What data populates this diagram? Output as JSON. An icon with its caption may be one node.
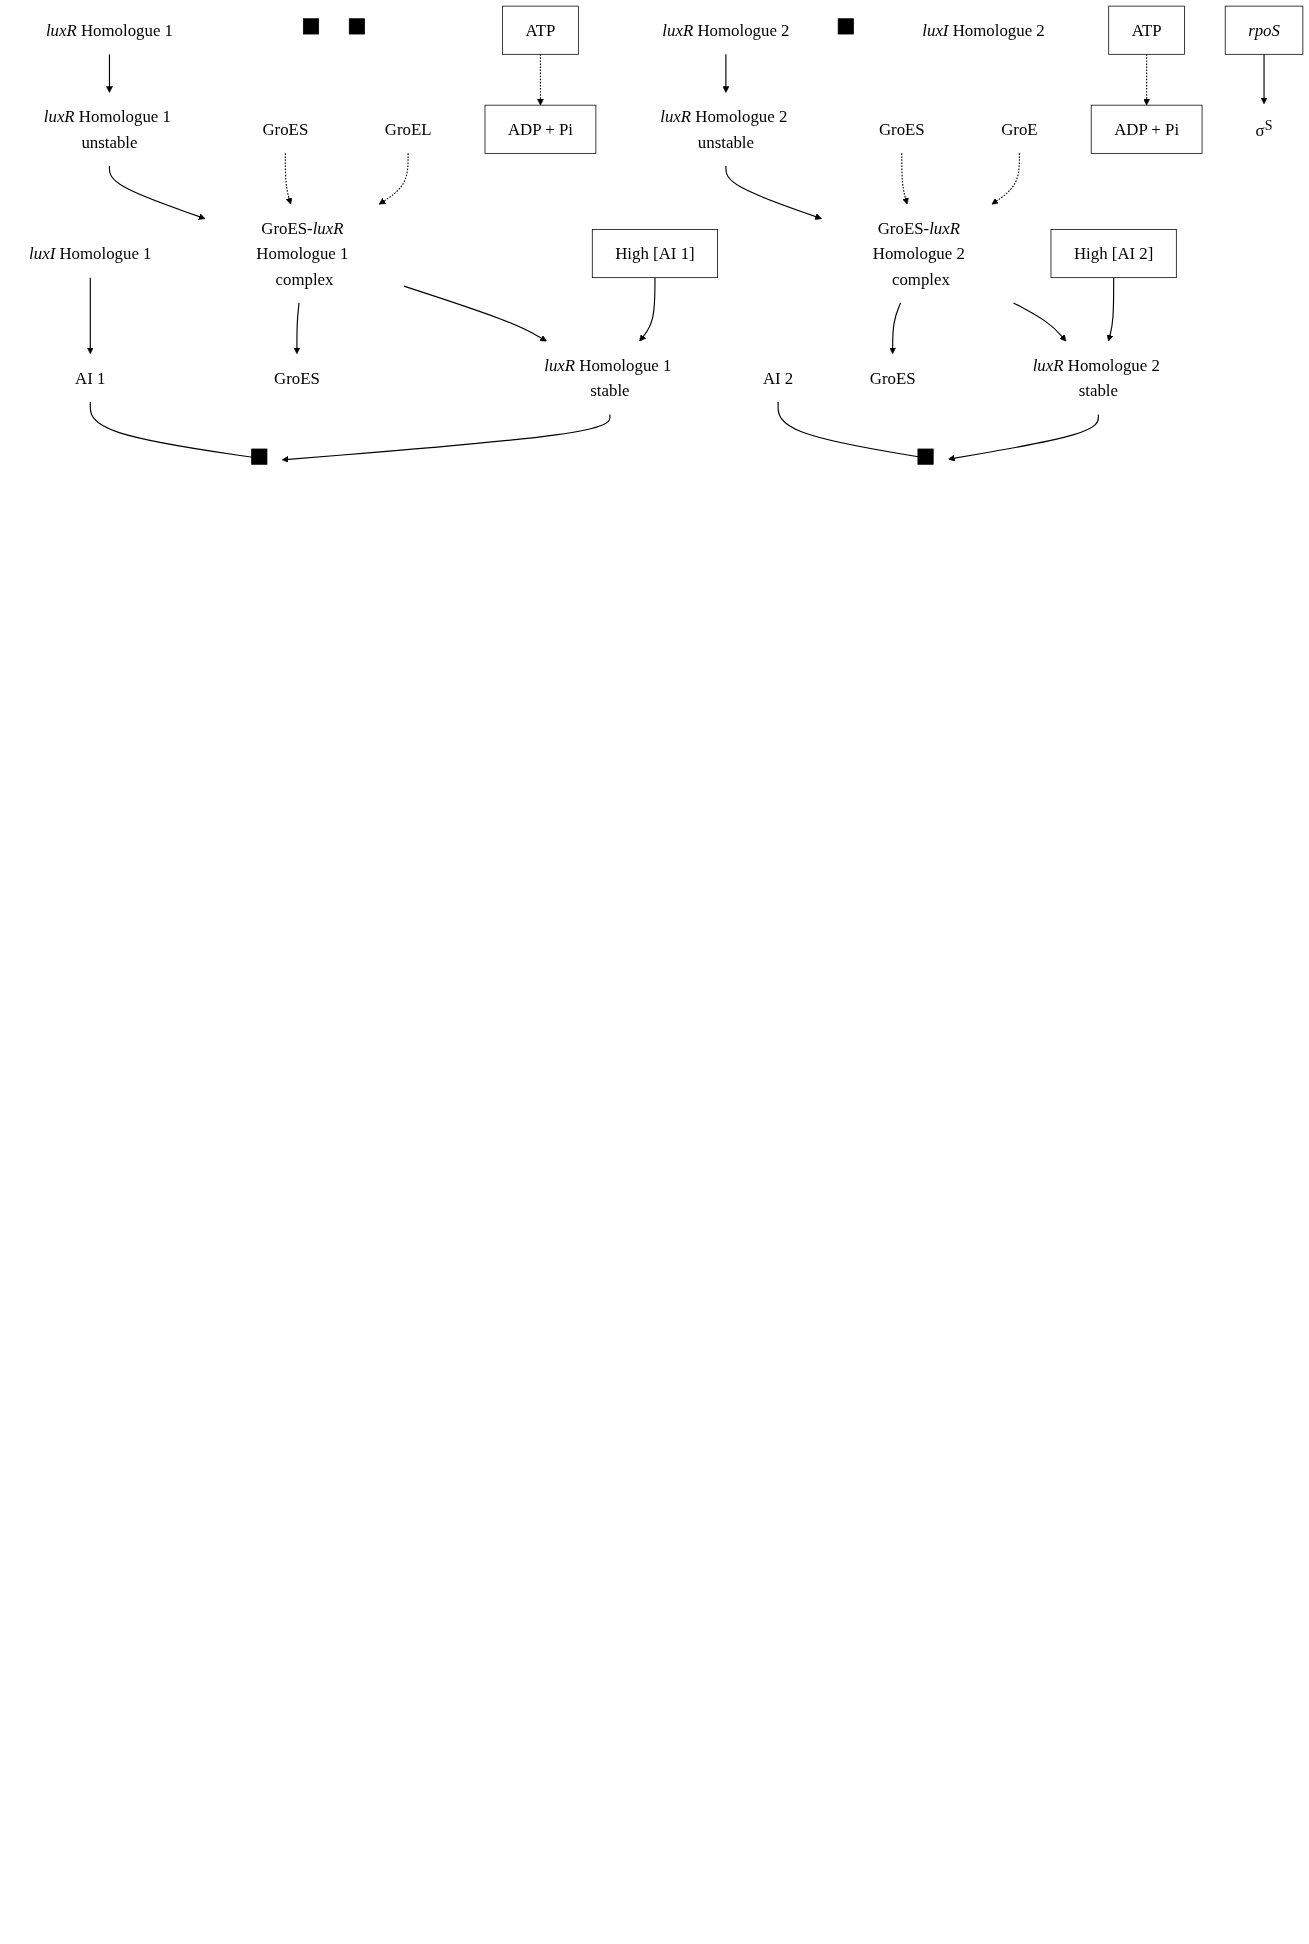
{
  "diagram": {
    "nodes": [
      {
        "text": [
          "*luxR* Homologue 1"
        ]
      },
      {
        "text": [],
        "shape": "box"
      },
      {
        "text": [],
        "shape": "box"
      },
      {
        "text": [
          "*luxI* Homologue 1"
        ]
      },
      {
        "text": [
          "AI 1"
        ]
      },
      {
        "text": [
          "*luxR* Homologue 1 unstable"
        ]
      },
      {
        "text": [
          "GroES"
        ]
      },
      {
        "text": [
          "GroES-*luxR* Homologue 1 complex"
        ]
      },
      {
        "text": [
          "GroEL"
        ]
      },
      {
        "text": [
          "High [AI 1]"
        ]
      },
      {
        "text": [
          "ATP"
        ]
      },
      {
        "text": [
          "GroES"
        ]
      },
      {
        "text": [
          "ADP + Pi"
        ]
      },
      {
        "text": [
          "*luxR* Homologue 1 stable"
        ]
      },
      {
        "text": [
          "*luxR* Homologue 2"
        ]
      },
      {
        "text": [],
        "shape": "box"
      },
      {
        "text": [],
        "shape": "box"
      },
      {
        "text": [
          "*luxI* Homologue 2"
        ]
      },
      {
        "text": [
          "AI 2"
        ]
      },
      {
        "text": [
          "*luxR* Homologue 2 unstable"
        ]
      },
      {
        "text": [
          "GroES"
        ]
      },
      {
        "text": [
          "GroES-*luxR* Homologue 2 complex"
        ]
      },
      {
        "text": [
          "GroE"
        ]
      },
      {
        "text": [
          "High [AI 2]"
        ]
      },
      {
        "text": [
          "ATP"
        ]
      },
      {
        "text": [
          "GroES"
        ]
      },
      {
        "text": [
          "ADP + Pi"
        ]
      },
      {
        "text": [
          "*luxR* Homologue 2 stable"
        ]
      },
      {
        "text": [],
        "shape": "box"
      },
      {
        "text": [
          "*rpoS*"
        ]
      },
      {
        "text": [
          "σ$^{S}$"
        ]
      }
    ],
    "edges": [
      {
        "from": 0,
        "to": 5,
        "arrow": "to"
      },
      {
        "from": 3,
        "to": 4,
        "arrow": "to"
      },
      {
        "from": 5,
        "to": 7,
        "arrow": "to"
      },
      {
        "from": 6,
        "to": 7,
        "arrow": "to",
        "style": "dashed"
      },
      {
        "from": 8,
        "to": 7,
        "arrow": "to",
        "style": "dashed"
      },
      {
        "from": 7,
        "to": 13,
        "arrow": "to"
      },
      {
        "from": 7,
        "to": 11,
        "arrow": "to"
      },
      {
        "from": 9,
        "to": 13,
        "arrow": "to"
      },
      {
        "from": 10,
        "to": 12,
        "arrow": "to",
        "style": "dashed"
      },
      {
        "from": 13,
        "to": 16,
        "arrow": "to"
      },
      {
        "from": 4,
        "to": 16,
        "arrow": "to"
      },
      {
        "from": 14,
        "to": 19,
        "arrow": "to"
      },
      {
        "from": 19,
        "to": 21,
        "arrow": "to"
      },
      {
        "from": 20,
        "to": 21,
        "arrow": "to",
        "style": "dashed"
      },
      {
        "from": 22,
        "to": 21,
        "arrow": "to",
        "style": "dashed"
      },
      {
        "from": 21,
        "to": 27,
        "arrow": "to"
      },
      {
        "from": 21,
        "to": 25,
        "arrow": "to"
      },
      {
        "from": 23,
        "to": 27,
        "arrow": "to"
      },
      {
        "from": 24,
        "to": 26,
        "arrow": "to",
        "style": "dashed"
      },
      {
        "from": 27,
        "to": 28,
        "arrow": "to"
      },
      {
        "from": 18,
        "to": 28,
        "arrow": "to"
      },
      {
        "from": 29,
        "to": 30,
        "arrow": "to"
      }
    ]
  }
}
